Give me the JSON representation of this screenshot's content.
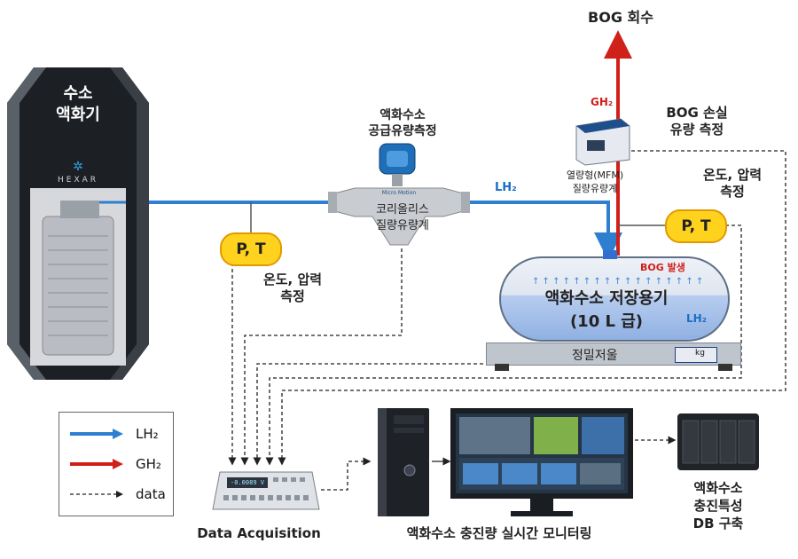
{
  "liquefier": {
    "title_line1": "수소",
    "title_line2": "액화기",
    "brand": "HEXAR"
  },
  "flowmeter": {
    "title_line1": "액화수소",
    "title_line2": "공급유량측정",
    "body_line1": "코리올리스",
    "body_line2": "질량유량계",
    "badge": "Micro Motion"
  },
  "pt_left": {
    "label": "P, T",
    "caption_line1": "온도, 압력",
    "caption_line2": "측정"
  },
  "pt_right": {
    "label": "P, T",
    "caption_line1": "온도, 압력",
    "caption_line2": "측정"
  },
  "lh2_label": "LH₂",
  "bog_recovery": "BOG 회수",
  "gh2_label": "GH₂",
  "mfm": {
    "line1": "열량형(MFM)",
    "line2": "질량유량계"
  },
  "bog_loss": {
    "line1": "BOG 손실",
    "line2": "유량 측정"
  },
  "tank": {
    "bog": "BOG 발생",
    "line1": "액화수소 저장용기",
    "line2": "(10 L 급)",
    "lh2": "LH₂"
  },
  "scale": {
    "label": "정밀저울",
    "unit": "kg"
  },
  "legend": {
    "items": [
      {
        "label": "LH₂",
        "color": "#2f7fd1"
      },
      {
        "label": "GH₂",
        "color": "#d0201a"
      },
      {
        "label": "data",
        "color": "#222222"
      }
    ]
  },
  "daq": {
    "label": "Data Acquisition",
    "display": "-0.0089 V"
  },
  "monitoring": {
    "label": "액화수소 충진량 실시간 모니터링"
  },
  "db": {
    "line1": "액화수소",
    "line2": "충진특성",
    "line3": "DB 구축"
  }
}
